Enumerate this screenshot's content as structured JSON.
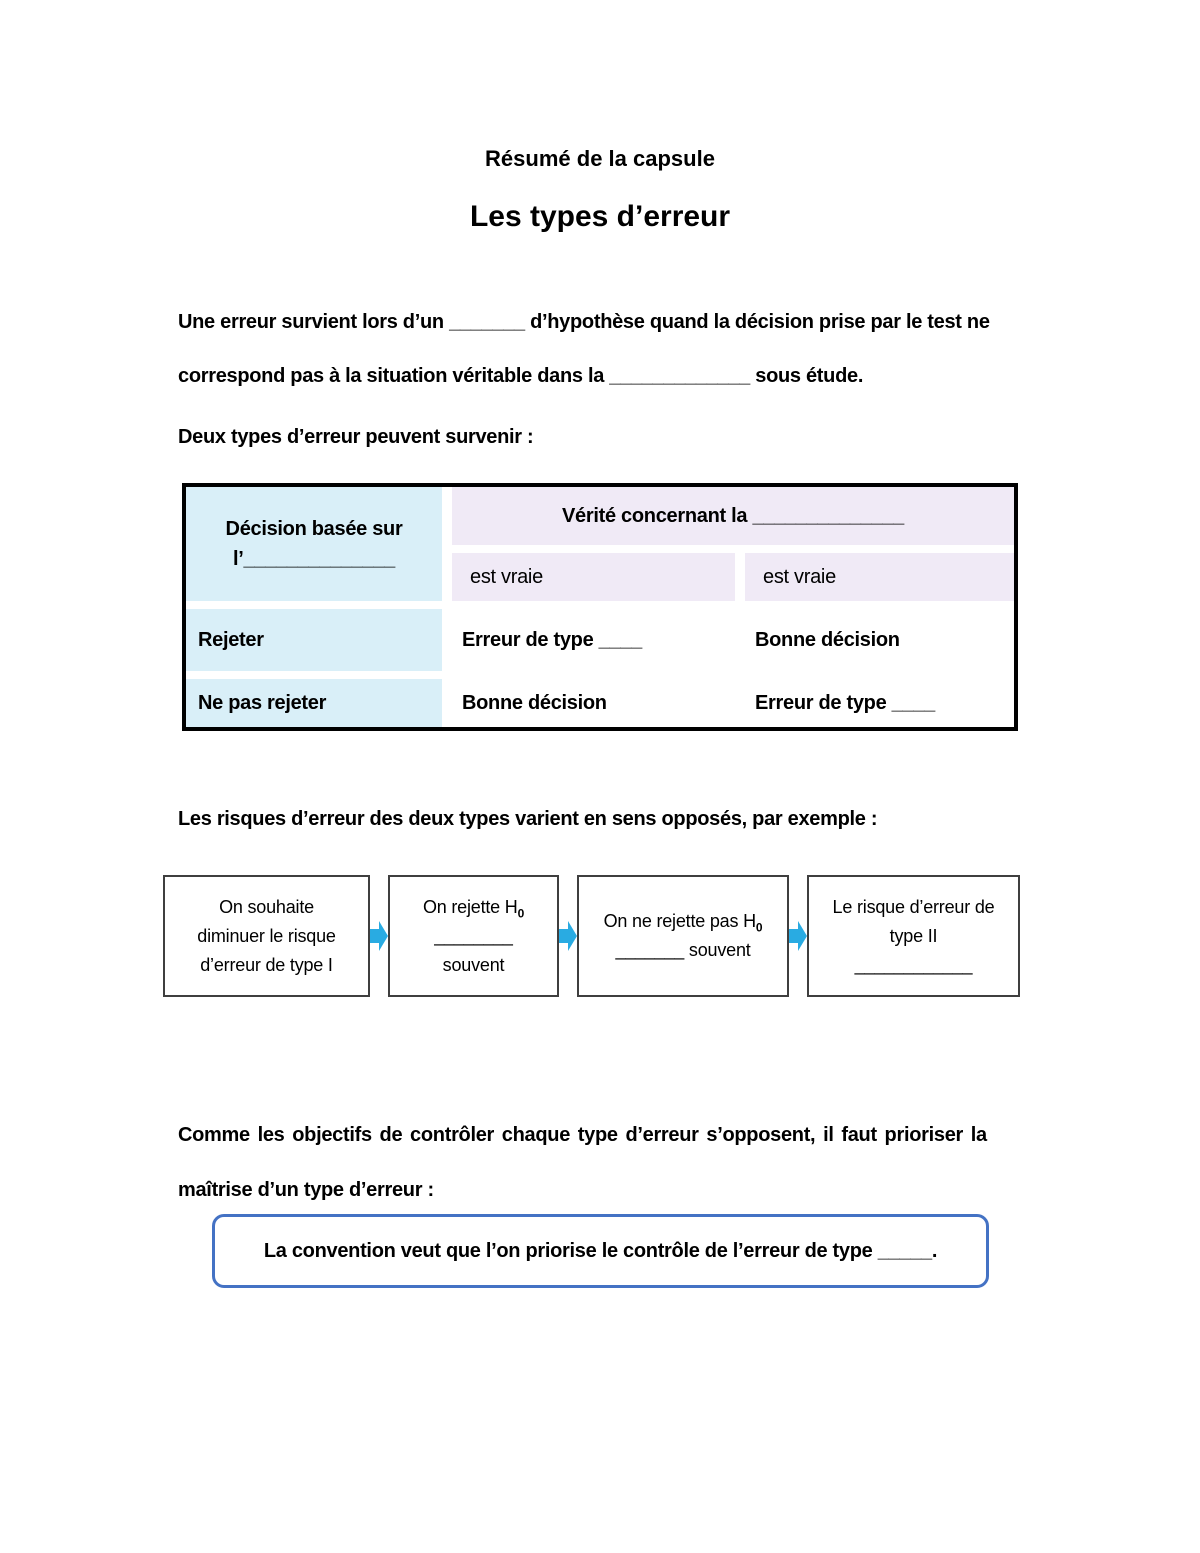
{
  "doc": {
    "subtitle": "Résumé de la capsule",
    "title": "Les types d’erreur",
    "paragraph1": {
      "line1": "Une erreur survient lors d’un _______ d’hypothèse quand la décision prise par le test ne",
      "line2": "correspond pas à la situation véritable dans la _____________ sous étude."
    },
    "paragraph2": "Deux types d’erreur peuvent survenir :",
    "paragraph3": "Les risques d’erreur des deux types varient en sens opposés, par exemple :",
    "paragraph4": {
      "line1": "Comme les objectifs de contrôler chaque type d’erreur s’opposent, il faut prioriser la",
      "line2": "maîtrise d’un type d’erreur :"
    },
    "convention": "La convention veut que l’on priorise le contrôle de l’erreur de type _____."
  },
  "table": {
    "corner": {
      "line1": "Décision basée sur",
      "line2": "l’______________"
    },
    "header_span": "Vérité concernant la ______________",
    "subheaders": [
      "est vraie",
      "est vraie"
    ],
    "rows": [
      {
        "label": "Rejeter",
        "cells": [
          "Erreur de type ____",
          "Bonne décision"
        ]
      },
      {
        "label": "Ne pas rejeter",
        "cells": [
          "Bonne décision",
          "Erreur de type ____"
        ]
      }
    ]
  },
  "flow": {
    "box1": {
      "line1": "On souhaite",
      "line2": "diminuer le risque",
      "line3": "d’erreur de type I"
    },
    "box2": {
      "line1_pre": "On rejette H",
      "line1_sub": "0",
      "line2": "________",
      "line3": "souvent"
    },
    "box3": {
      "line1_pre": "On ne rejette pas H",
      "line1_sub": "0",
      "line2": "_______ souvent"
    },
    "box4": {
      "line1": "Le risque d’erreur de",
      "line2": "type II",
      "line3": "____________"
    }
  },
  "colors": {
    "table_left_column": "#D9EFF8",
    "table_header": "#F0EAF6",
    "table_border": "#000000",
    "flow_box_border": "#3F3F3F",
    "flow_arrow": "#29ABE2",
    "convention_border": "#4472C4",
    "text": "#000000"
  }
}
